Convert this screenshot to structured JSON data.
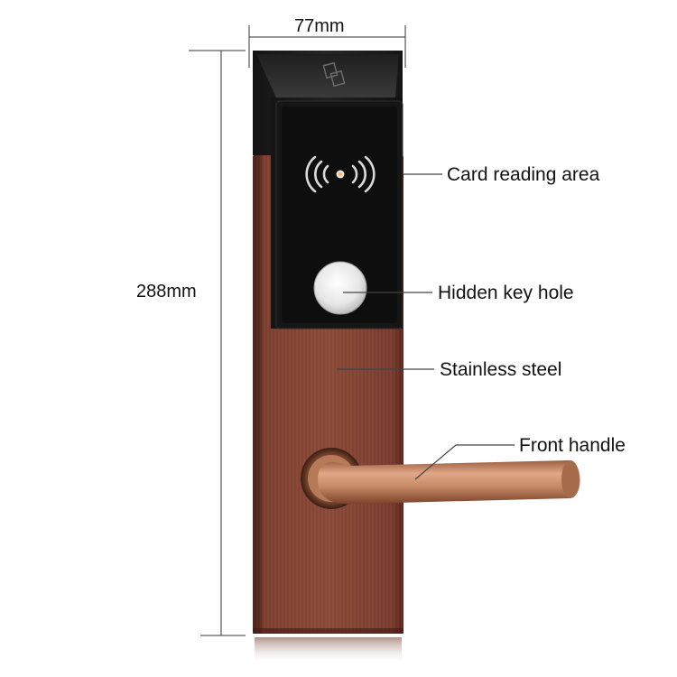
{
  "dimensions": {
    "width": "77mm",
    "height": "288mm"
  },
  "callouts": {
    "card_reading_area": "Card reading area",
    "hidden_key_hole": "Hidden key hole",
    "stainless_steel": "Stainless steel",
    "front_handle": "Front handle"
  },
  "colors": {
    "plate": "#874636",
    "reader_body": "#1b1b1b",
    "handle": "#c58a65",
    "line": "#333333"
  },
  "icons": {
    "rfid": "rfid-waves-icon",
    "key_hole": "key-hole-cover-icon",
    "card_logo": "card-logo-icon"
  }
}
